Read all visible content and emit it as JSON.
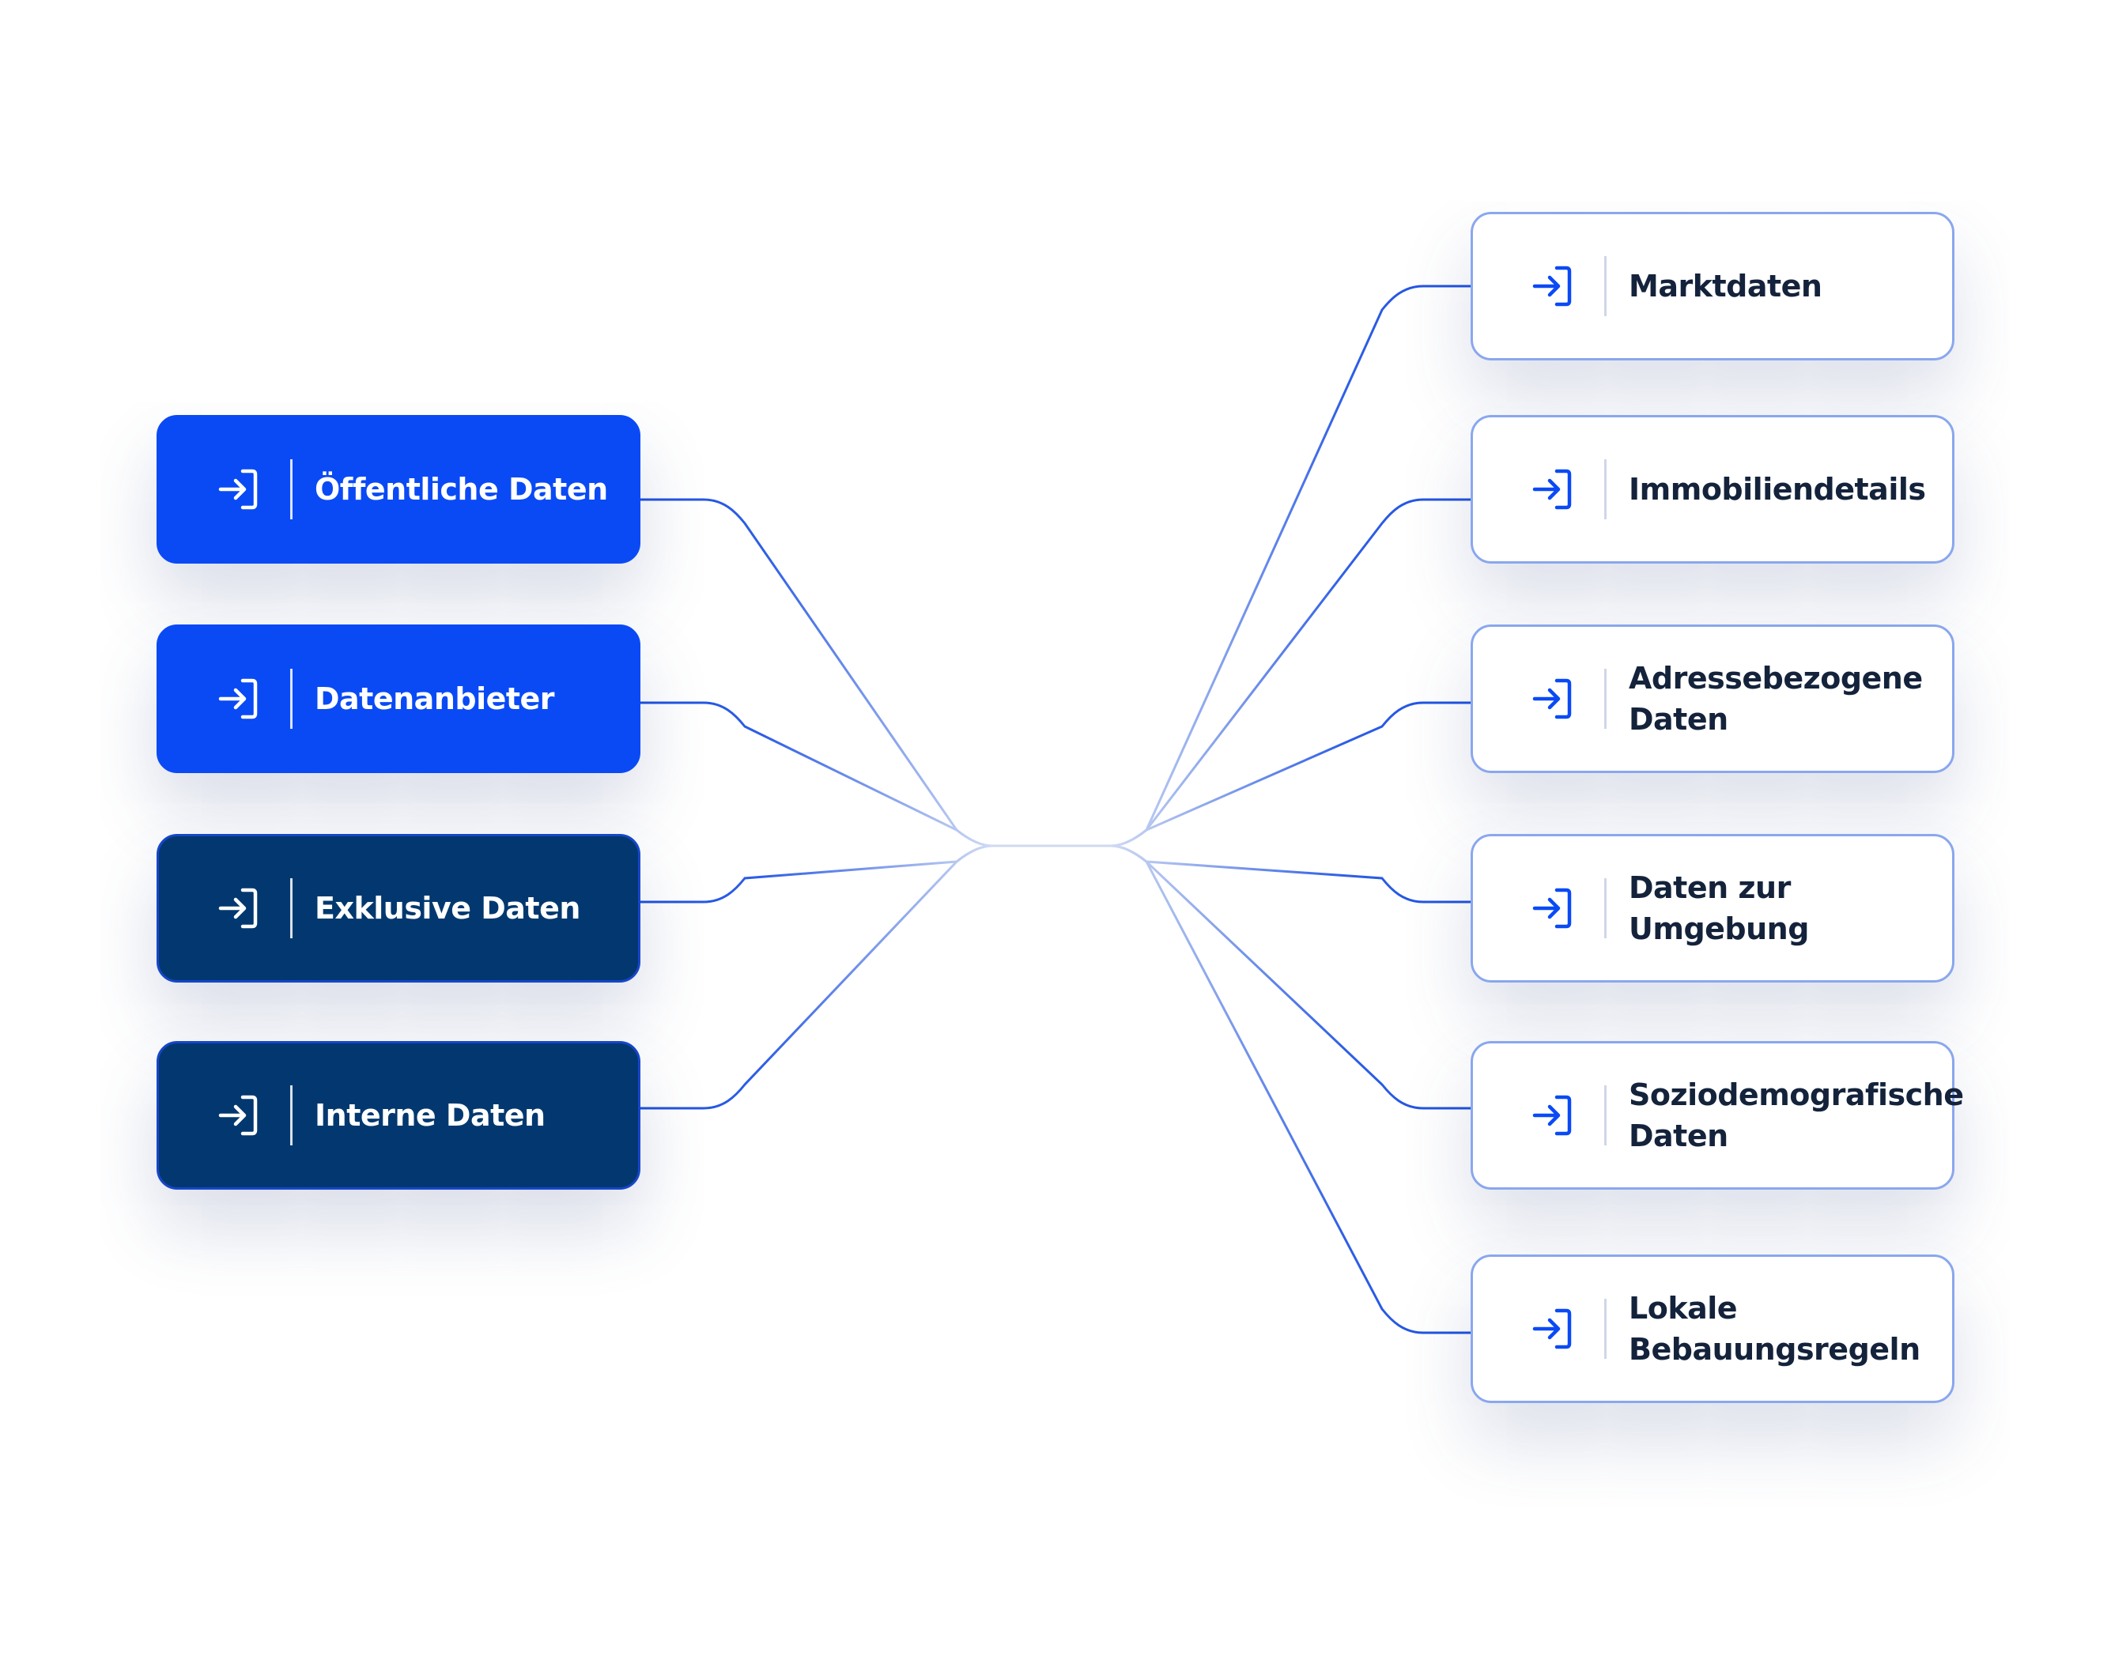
{
  "colors": {
    "primary_blue": "#0a4af5",
    "dark_navy": "#02386f",
    "connector_line": "#1a4fe0",
    "connector_fade": "#c9d6f2",
    "right_border": "#8aa7ee",
    "right_text": "#14233b"
  },
  "icon": "login-arrow-icon",
  "sources": [
    {
      "label": "Öffentliche Daten",
      "style": "bright"
    },
    {
      "label": "Datenanbieter",
      "style": "bright"
    },
    {
      "label": "Exklusive Daten",
      "style": "dark"
    },
    {
      "label": "Interne Daten",
      "style": "dark"
    }
  ],
  "outputs": [
    {
      "label": "Marktdaten"
    },
    {
      "label": "Immobiliendetails"
    },
    {
      "label": "Adressebezogene\nDaten"
    },
    {
      "label": "Daten zur\nUmgebung"
    },
    {
      "label": "Soziodemografische\nDaten"
    },
    {
      "label": "Lokale\nBebauungsregeln"
    }
  ]
}
